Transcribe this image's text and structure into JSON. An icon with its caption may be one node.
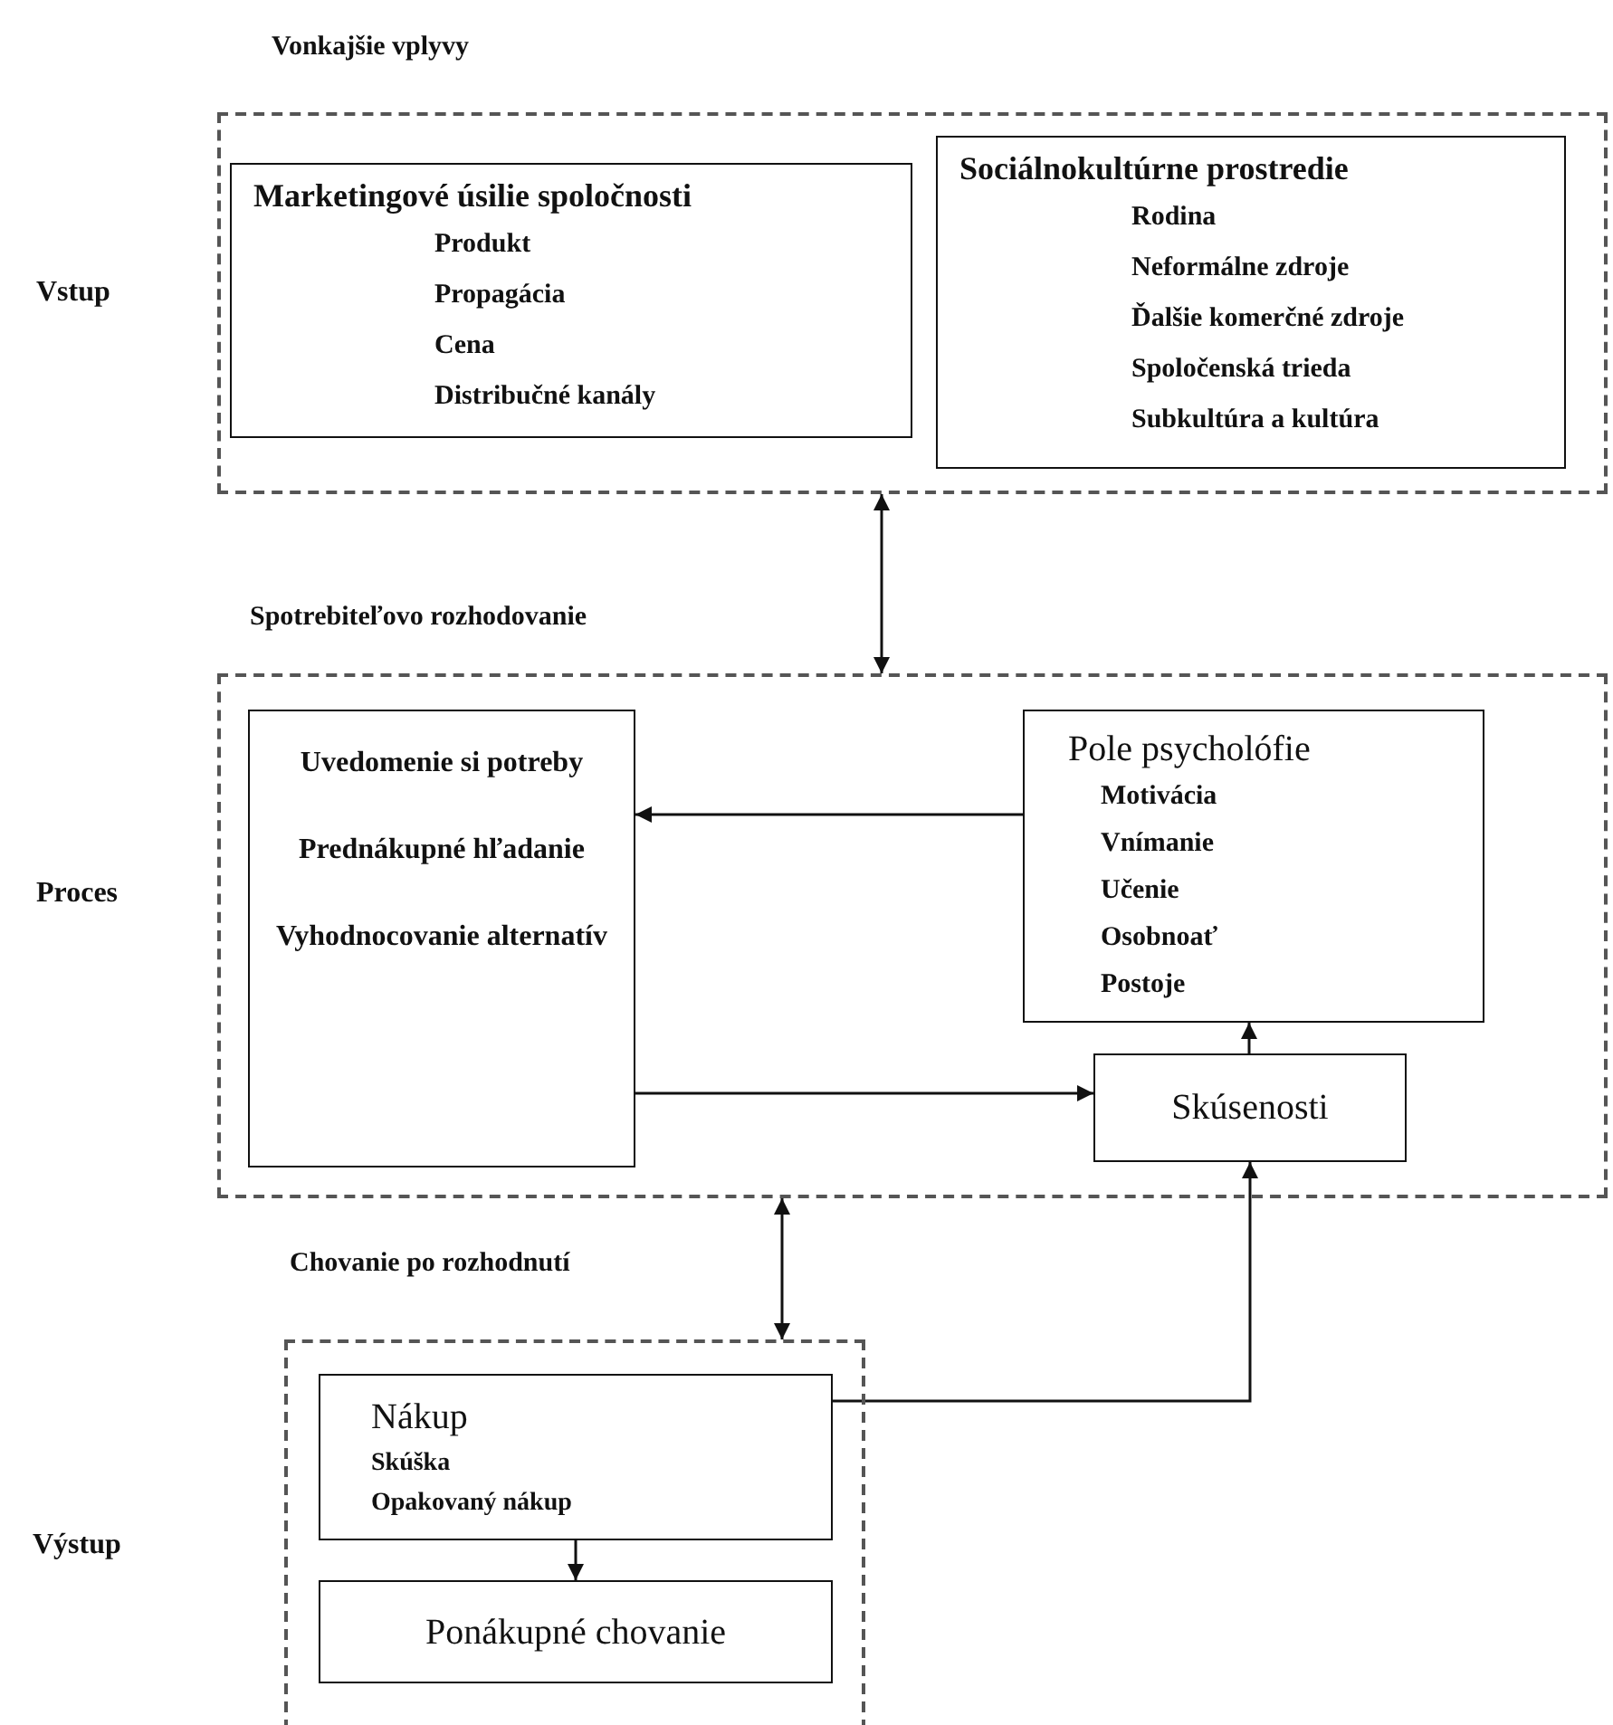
{
  "diagram": {
    "nodes": [
      {
        "text": [
          "Vonkajšie vplyvy"
        ]
      },
      {
        "text": [
          "Marketingové úsilie spoločnosti",
          "Produkt",
          "Propagácia",
          "Cena",
          "Distribučné kanály"
        ],
        "in": 0
      },
      {
        "text": [
          "Sociálnokultúrne prostredie",
          "Rodina",
          "Neformálne zdroje",
          "Ďalšie komerčné zdroje",
          "Spoločenská trieda",
          "Subkultúra a kultúra"
        ],
        "in": 0
      },
      {
        "text": [
          "Spotrebiteľovo rozhodovanie"
        ]
      },
      {
        "text": [
          "Uvedomenie si potreby",
          "Prednákupné hľadanie",
          "Vyhodnocovanie alternatív"
        ],
        "in": 3
      },
      {
        "text": [
          "Pole psycholófie",
          "Motivácia",
          "Vnímanie",
          "Učenie",
          "Osobnoať",
          "Postoje"
        ],
        "in": 3
      },
      {
        "text": [
          "Skúsenosti"
        ],
        "in": 3
      },
      {
        "text": [
          "Chovanie po rozhodnutí"
        ]
      },
      {
        "text": [
          "Nákup",
          "Skúška",
          "Opakovaný nákup"
        ],
        "in": 7
      },
      {
        "text": [
          "Ponákupné chovanie"
        ],
        "in": 7
      }
    ],
    "edges": [
      {
        "from": 0,
        "to": 3,
        "arrow": "both"
      },
      {
        "from": 5,
        "to": 4,
        "arrow": "to"
      },
      {
        "from": 4,
        "to": 6,
        "arrow": "to"
      },
      {
        "from": 6,
        "to": 5,
        "arrow": "to"
      },
      {
        "from": 3,
        "to": 7,
        "arrow": "both"
      },
      {
        "from": 8,
        "to": 6,
        "arrow": "to"
      },
      {
        "from": 8,
        "to": 9,
        "arrow": "to"
      }
    ],
    "labels": [
      "Vstup",
      "Proces",
      "Výstup"
    ]
  }
}
